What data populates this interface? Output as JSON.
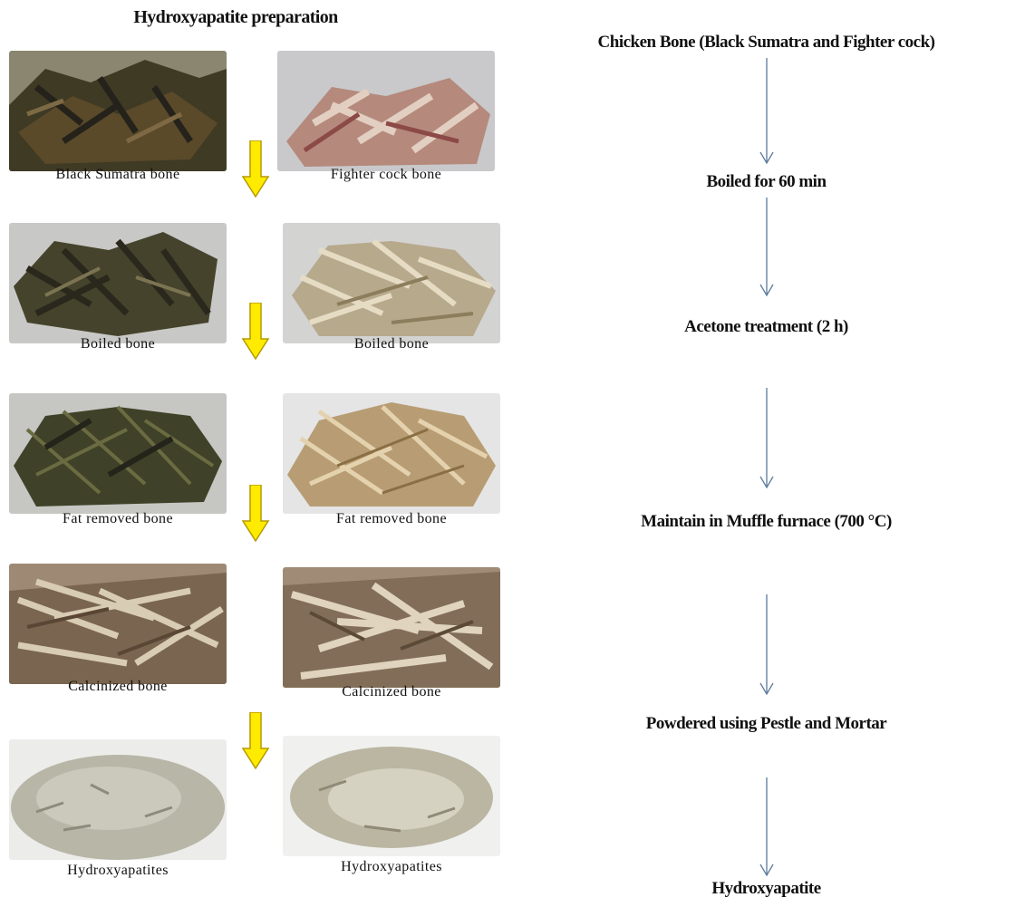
{
  "title": "Hydroxyapatite preparation",
  "photo_rows": [
    {
      "left_caption": "Black Sumatra bone",
      "right_caption": "Fighter cock bone"
    },
    {
      "left_caption": "Boiled bone",
      "right_caption": "Boiled bone"
    },
    {
      "left_caption": "Fat removed bone",
      "right_caption": "Fat removed bone"
    },
    {
      "left_caption": "Calcinized bone",
      "right_caption": "Calcinized bone"
    },
    {
      "left_caption": "Hydroxyapatites",
      "right_caption": "Hydroxyapatites"
    }
  ],
  "flow_steps": [
    "Chicken Bone (Black Sumatra and Fighter cock)",
    "Boiled for 60 min",
    "Acetone treatment (2 h)",
    "Maintain in Muffle furnace (700 °C)",
    "Powdered using Pestle and Mortar",
    "Hydroxyapatite"
  ],
  "colors": {
    "flow_arrow": "#5b7a9c",
    "step_arrow_fill": "#ffeb00",
    "step_arrow_stroke": "#b59a00"
  }
}
